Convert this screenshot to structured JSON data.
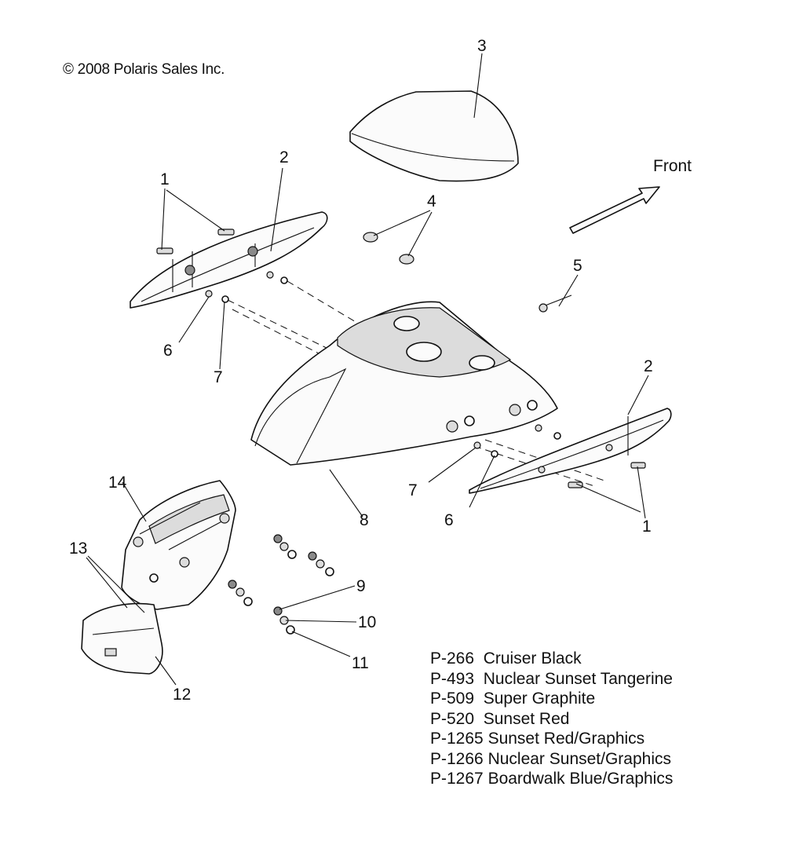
{
  "copyright": "© 2008 Polaris Sales Inc.",
  "front_label": "Front",
  "callouts": [
    "3",
    "2",
    "1",
    "4",
    "5",
    "6",
    "7",
    "2",
    "7",
    "6",
    "8",
    "1",
    "14",
    "13",
    "9",
    "10",
    "11",
    "12"
  ],
  "legend": [
    {
      "code": "P-266",
      "name": "Cruiser Black"
    },
    {
      "code": "P-493",
      "name": "Nuclear Sunset Tangerine"
    },
    {
      "code": "P-509",
      "name": "Super Graphite"
    },
    {
      "code": "P-520",
      "name": "Sunset Red"
    },
    {
      "code": "P-1265",
      "name": "Sunset Red/Graphics"
    },
    {
      "code": "P-1266",
      "name": "Nuclear Sunset/Graphics"
    },
    {
      "code": "P-1267",
      "name": "Boardwalk Blue/Graphics"
    }
  ]
}
